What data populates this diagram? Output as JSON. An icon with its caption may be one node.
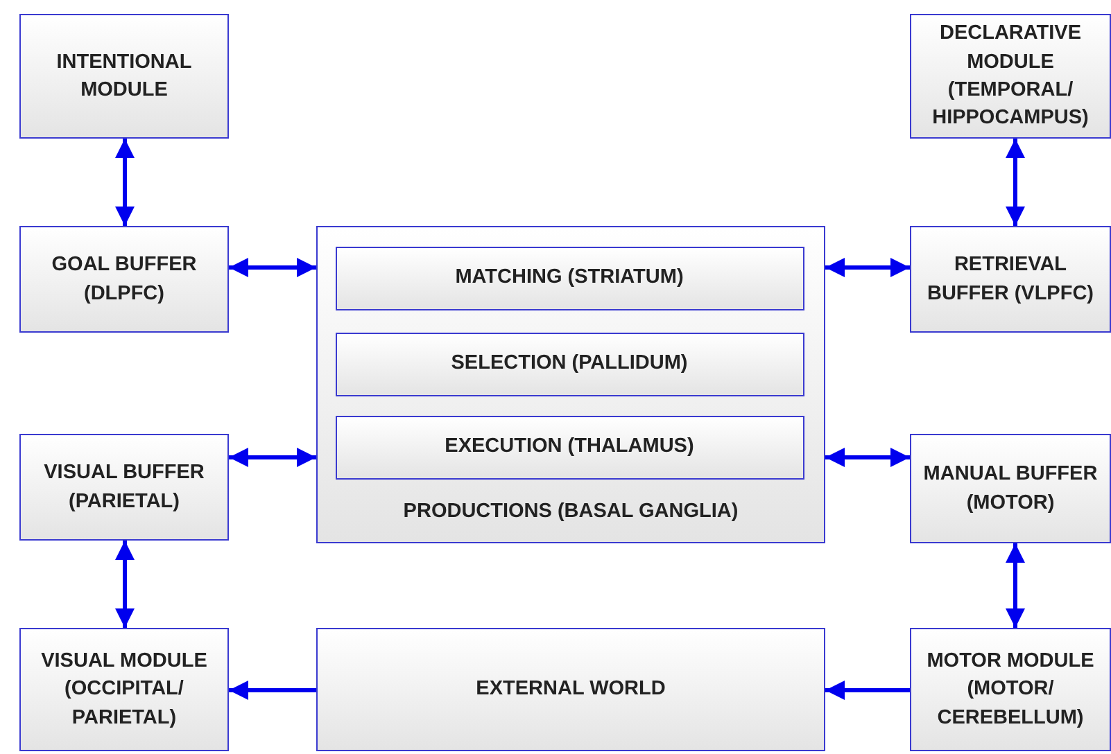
{
  "diagram": {
    "nodes": [
      {
        "text": [
          "INTENTIONAL MODULE"
        ]
      },
      {
        "text": [
          "DECLARATIVE MODULE (TEMPORAL/ HIPPOCAMPUS)"
        ]
      },
      {
        "text": [
          "GOAL BUFFER (DLPFC)"
        ]
      },
      {
        "text": [
          "PRODUCTIONS (BASAL GANGLIA)"
        ]
      },
      {
        "text": [
          "MATCHING (STRIATUM)"
        ],
        "in": 3
      },
      {
        "text": [
          "SELECTION (PALLIDUM)"
        ],
        "in": 3
      },
      {
        "text": [
          "EXECUTION (THALAMUS)"
        ],
        "in": 3
      },
      {
        "text": [
          "RETRIEVAL BUFFER (VLPFC)"
        ]
      },
      {
        "text": [
          "VISUAL BUFFER (PARIETAL)"
        ]
      },
      {
        "text": [
          "MANUAL BUFFER (MOTOR)"
        ]
      },
      {
        "text": [
          "VISUAL MODULE (OCCIPITAL/ PARIETAL)"
        ]
      },
      {
        "text": [
          "EXTERNAL WORLD"
        ]
      },
      {
        "text": [
          "MOTOR MODULE (MOTOR/ CEREBELLUM)"
        ]
      }
    ],
    "edges": [
      {
        "from": 0,
        "to": 2,
        "arrow": "both"
      },
      {
        "from": 1,
        "to": 7,
        "arrow": "both"
      },
      {
        "from": 2,
        "to": 3,
        "arrow": "both"
      },
      {
        "from": 7,
        "to": 3,
        "arrow": "both"
      },
      {
        "from": 8,
        "to": 3,
        "arrow": "both"
      },
      {
        "from": 9,
        "to": 3,
        "arrow": "both"
      },
      {
        "from": 8,
        "to": 10,
        "arrow": "both"
      },
      {
        "from": 9,
        "to": 12,
        "arrow": "both"
      },
      {
        "from": 11,
        "to": 10,
        "arrow": "to"
      },
      {
        "from": 12,
        "to": 11,
        "arrow": "to"
      }
    ]
  }
}
